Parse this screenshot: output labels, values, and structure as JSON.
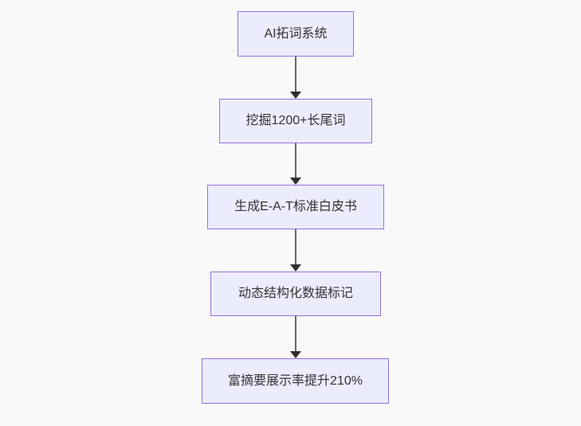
{
  "page": {
    "background_color": "#f9f9f9"
  },
  "flowchart": {
    "type": "flowchart",
    "direction": "top-down",
    "colors": {
      "node_fill": "#ECECFF",
      "node_border": "#9370DB",
      "node_text": "#333333",
      "edge_line": "#666666",
      "edge_arrowhead": "#2f2f2f"
    },
    "nodes": [
      {
        "label": "AI拓词系统"
      },
      {
        "label": "挖掘1200+长尾词"
      },
      {
        "label": "生成E-A-T标准白皮书"
      },
      {
        "label": "动态结构化数据标记"
      },
      {
        "label": "富摘要展示率提升210%"
      }
    ],
    "edges": [
      {
        "from": "AI拓词系统",
        "to": "挖掘1200+长尾词"
      },
      {
        "from": "挖掘1200+长尾词",
        "to": "生成E-A-T标准白皮书"
      },
      {
        "from": "生成E-A-T标准白皮书",
        "to": "动态结构化数据标记"
      },
      {
        "from": "动态结构化数据标记",
        "to": "富摘要展示率提升210%"
      }
    ]
  }
}
